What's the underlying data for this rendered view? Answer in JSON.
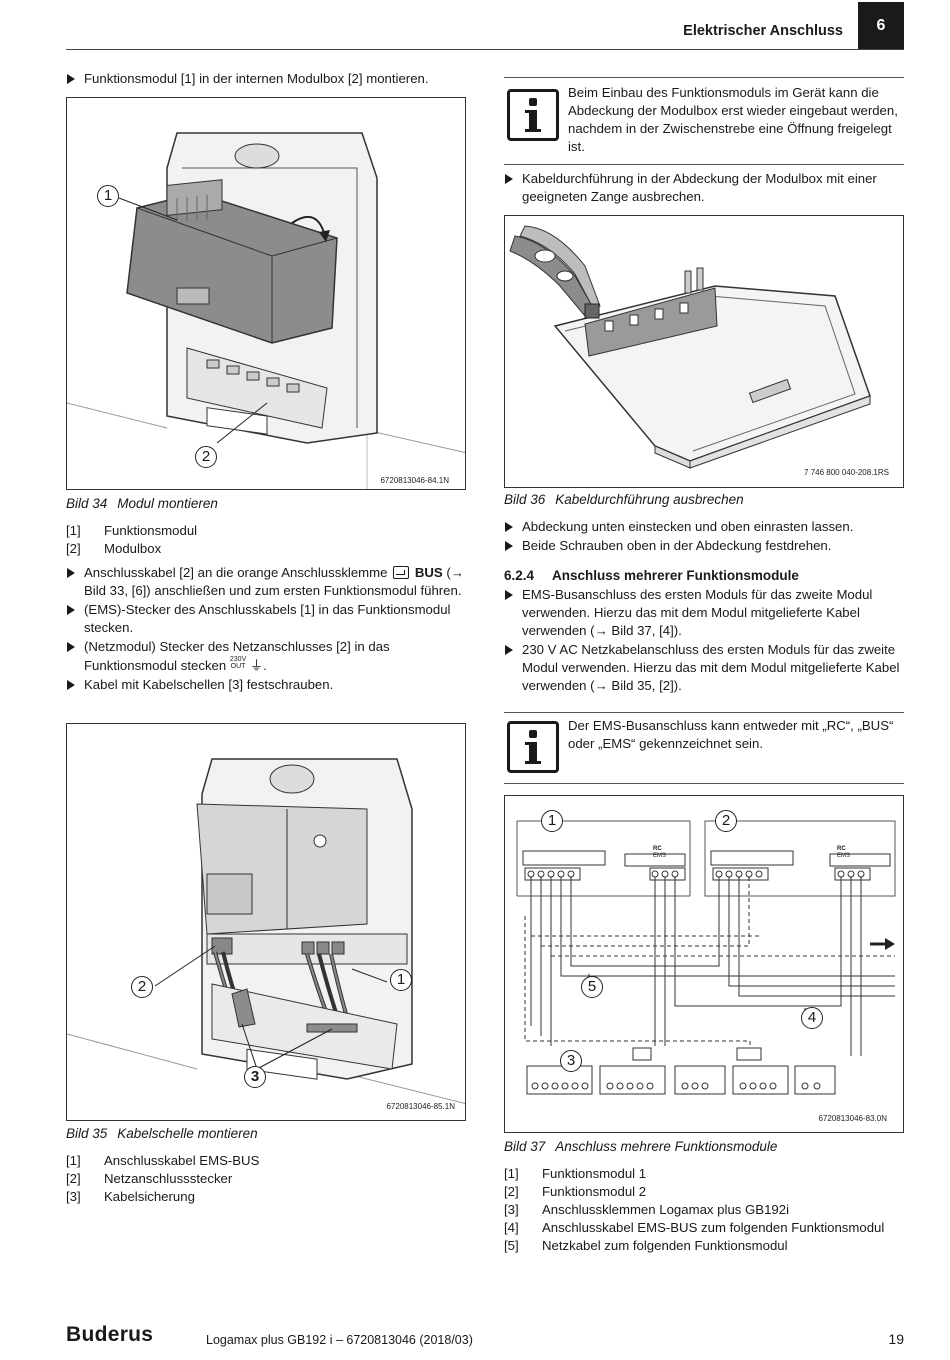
{
  "header": {
    "section_title": "Elektrischer Anschluss",
    "chapter_number": "6"
  },
  "left": {
    "step_top": "Funktionsmodul [1] in der internen Modulbox [2] montieren.",
    "fig34": {
      "code": "6720813046-84.1N",
      "callout_1": "1",
      "callout_2": "2",
      "caption_num": "Bild 34",
      "caption_text": "Modul montieren",
      "legend": [
        {
          "key": "[1]",
          "text": "Funktionsmodul"
        },
        {
          "key": "[2]",
          "text": "Modulbox"
        }
      ]
    },
    "steps": {
      "s1_a": "Anschlusskabel [2] an die orange Anschlussklemme",
      "s1_bus": "BUS",
      "s1_b": "(→ Bild 33, [6]) anschließen und zum ersten Funktionsmodul führen.",
      "s2": "(EMS)-Stecker des Anschlusskabels [1] in das Funktionsmodul stecken.",
      "s3_a": "(Netzmodul) Stecker des Netzanschlusses [2] in das Funktionsmodul stecken",
      "s3_sup_top": "230V",
      "s3_sup_bottom": "OUT",
      "s4": "Kabel mit Kabelschellen [3] festschrauben."
    },
    "fig35": {
      "code": "6720813046-85.1N",
      "callout_1": "1",
      "callout_2": "2",
      "callout_3": "3",
      "caption_num": "Bild 35",
      "caption_text": "Kabelschelle montieren",
      "legend": [
        {
          "key": "[1]",
          "text": "Anschlusskabel EMS-BUS"
        },
        {
          "key": "[2]",
          "text": "Netzanschlussstecker"
        },
        {
          "key": "[3]",
          "text": "Kabelsicherung"
        }
      ]
    }
  },
  "right": {
    "info1": "Beim Einbau des Funktionsmoduls im Gerät kann die Abdeckung der Modulbox erst wieder eingebaut werden, nachdem in der Zwischenstrebe eine Öffnung freigelegt ist.",
    "step_break": "Kabeldurchführung in der Abdeckung der Modulbox mit einer geeigneten Zange ausbrechen.",
    "fig36": {
      "code": "7 746 800 040-208.1RS",
      "caption_num": "Bild 36",
      "caption_text": "Kabeldurchführung ausbrechen"
    },
    "steps_after36": [
      "Abdeckung unten einstecken und oben einrasten lassen.",
      "Beide Schrauben oben in der Abdeckung festdrehen."
    ],
    "section": {
      "number": "6.2.4",
      "title": "Anschluss mehrerer Funktionsmodule"
    },
    "steps_section": [
      "EMS-Busanschluss des ersten Moduls für das zweite Modul verwenden. Hierzu das mit dem Modul mitgelieferte Kabel verwenden (→ Bild 37, [4]).",
      "230 V AC Netzkabelanschluss des ersten Moduls für das zweite Modul verwenden. Hierzu das mit dem Modul mitgelieferte Kabel verwenden (→ Bild 35, [2])."
    ],
    "info2": "Der EMS-Busanschluss kann entweder mit „RC“, „BUS“ oder „EMS“ gekennzeichnet sein.",
    "fig37": {
      "code": "6720813046-83.0N",
      "callout_1": "1",
      "callout_2": "2",
      "callout_3": "3",
      "callout_4": "4",
      "callout_5": "5",
      "terminal_rc": "RC",
      "terminal_ems": "EMS",
      "caption_num": "Bild 37",
      "caption_text": "Anschluss mehrere Funktionsmodule",
      "legend": [
        {
          "key": "[1]",
          "text": "Funktionsmodul 1"
        },
        {
          "key": "[2]",
          "text": "Funktionsmodul 2"
        },
        {
          "key": "[3]",
          "text": "Anschlussklemmen Logamax plus GB192i"
        },
        {
          "key": "[4]",
          "text": "Anschlusskabel EMS-BUS zum folgenden Funktionsmodul"
        },
        {
          "key": "[5]",
          "text": "Netzkabel zum folgenden Funktionsmodul"
        }
      ]
    }
  },
  "footer": {
    "brand": "Buderus",
    "document": "Logamax plus GB192 i – 6720813046 (2018/03)",
    "page": "19"
  },
  "colors": {
    "text": "#1a1a1a",
    "chapter_box": "#1a1a1a",
    "figure_gray": "#8c8c8c"
  }
}
